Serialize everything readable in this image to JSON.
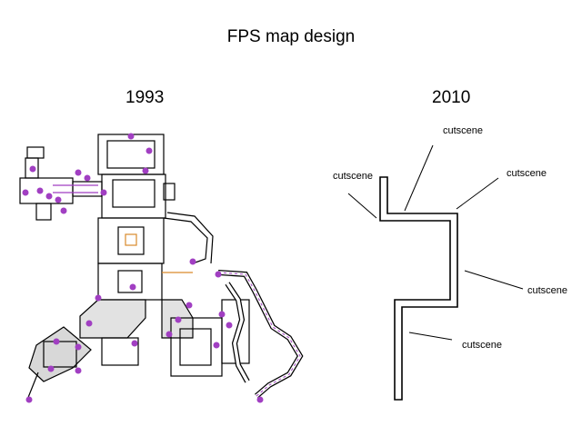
{
  "title": "FPS map design",
  "left_panel": {
    "year": "1993"
  },
  "right_panel": {
    "year": "2010",
    "annotations": [
      "cutscene",
      "cutscene",
      "cutscene",
      "cutscene",
      "cutscene"
    ]
  },
  "colors": {
    "marker": "#a13fc2",
    "wall": "#000000",
    "floor_gray": "#c8c8c8",
    "door_orange": "#d98a2b"
  }
}
